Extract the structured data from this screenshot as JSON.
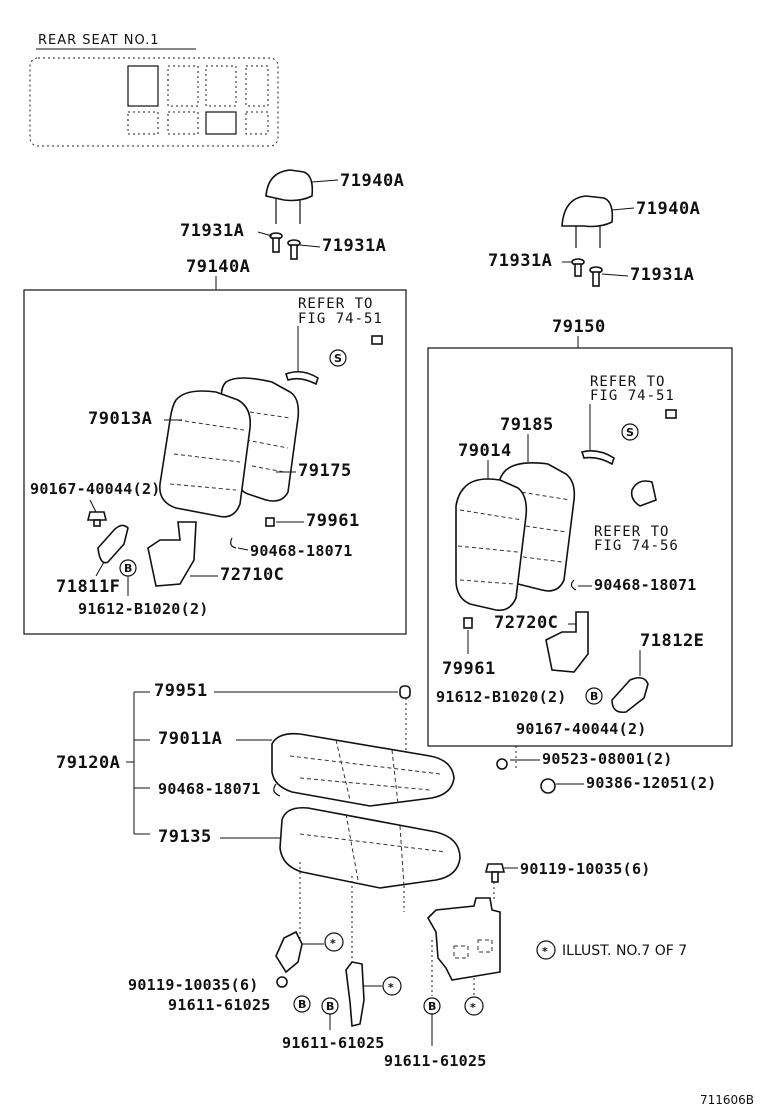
{
  "header": {
    "title": "REAR SEAT  NO.1"
  },
  "figure_code": "711606B",
  "legend": {
    "text": "ILLUST. NO.7 OF 7",
    "symbol": "*"
  },
  "markers": {
    "bolt": "B",
    "screw": "S",
    "star": "*"
  },
  "left_group": {
    "headrest": "71940A",
    "support_left": "71931A",
    "support_right": "71931A",
    "assembly": "79140A",
    "refer_line1": "REFER TO",
    "refer_line2": "FIG 74-51",
    "cover": "79013A",
    "pad": "79175",
    "bolt_label": "90167-40044(2)",
    "clip": "79961",
    "hog_ring": "90468-18071",
    "hinge": "71811F",
    "hinge_bracket": "72710C",
    "bolt_bottom": "91612-B1020(2)"
  },
  "right_group": {
    "headrest": "71940A",
    "support_left": "71931A",
    "support_right": "71931A",
    "assembly": "79150",
    "refer1_line1": "REFER TO",
    "refer1_line2": "FIG 74-51",
    "pad": "79185",
    "cover": "79014",
    "refer2_line1": "REFER TO",
    "refer2_line2": "FIG 74-56",
    "hog_ring": "90468-18071",
    "hinge_bracket": "72720C",
    "hinge": "71812E",
    "clip": "79961",
    "bolt_bottom": "91612-B1020(2)",
    "bolt_label": "90167-40044(2)"
  },
  "cushion_group": {
    "assembly": "79120A",
    "clip": "79951",
    "cover": "79011A",
    "hog_ring": "90468-18071",
    "pad": "79135",
    "washer": "90523-08001(2)",
    "nut": "90386-12051(2)",
    "bolt_right": "90119-10035(6)",
    "bolt_left": "90119-10035(6)",
    "bolt_b1": "91611-61025",
    "bolt_b2": "91611-61025",
    "bolt_b3": "91611-61025"
  }
}
